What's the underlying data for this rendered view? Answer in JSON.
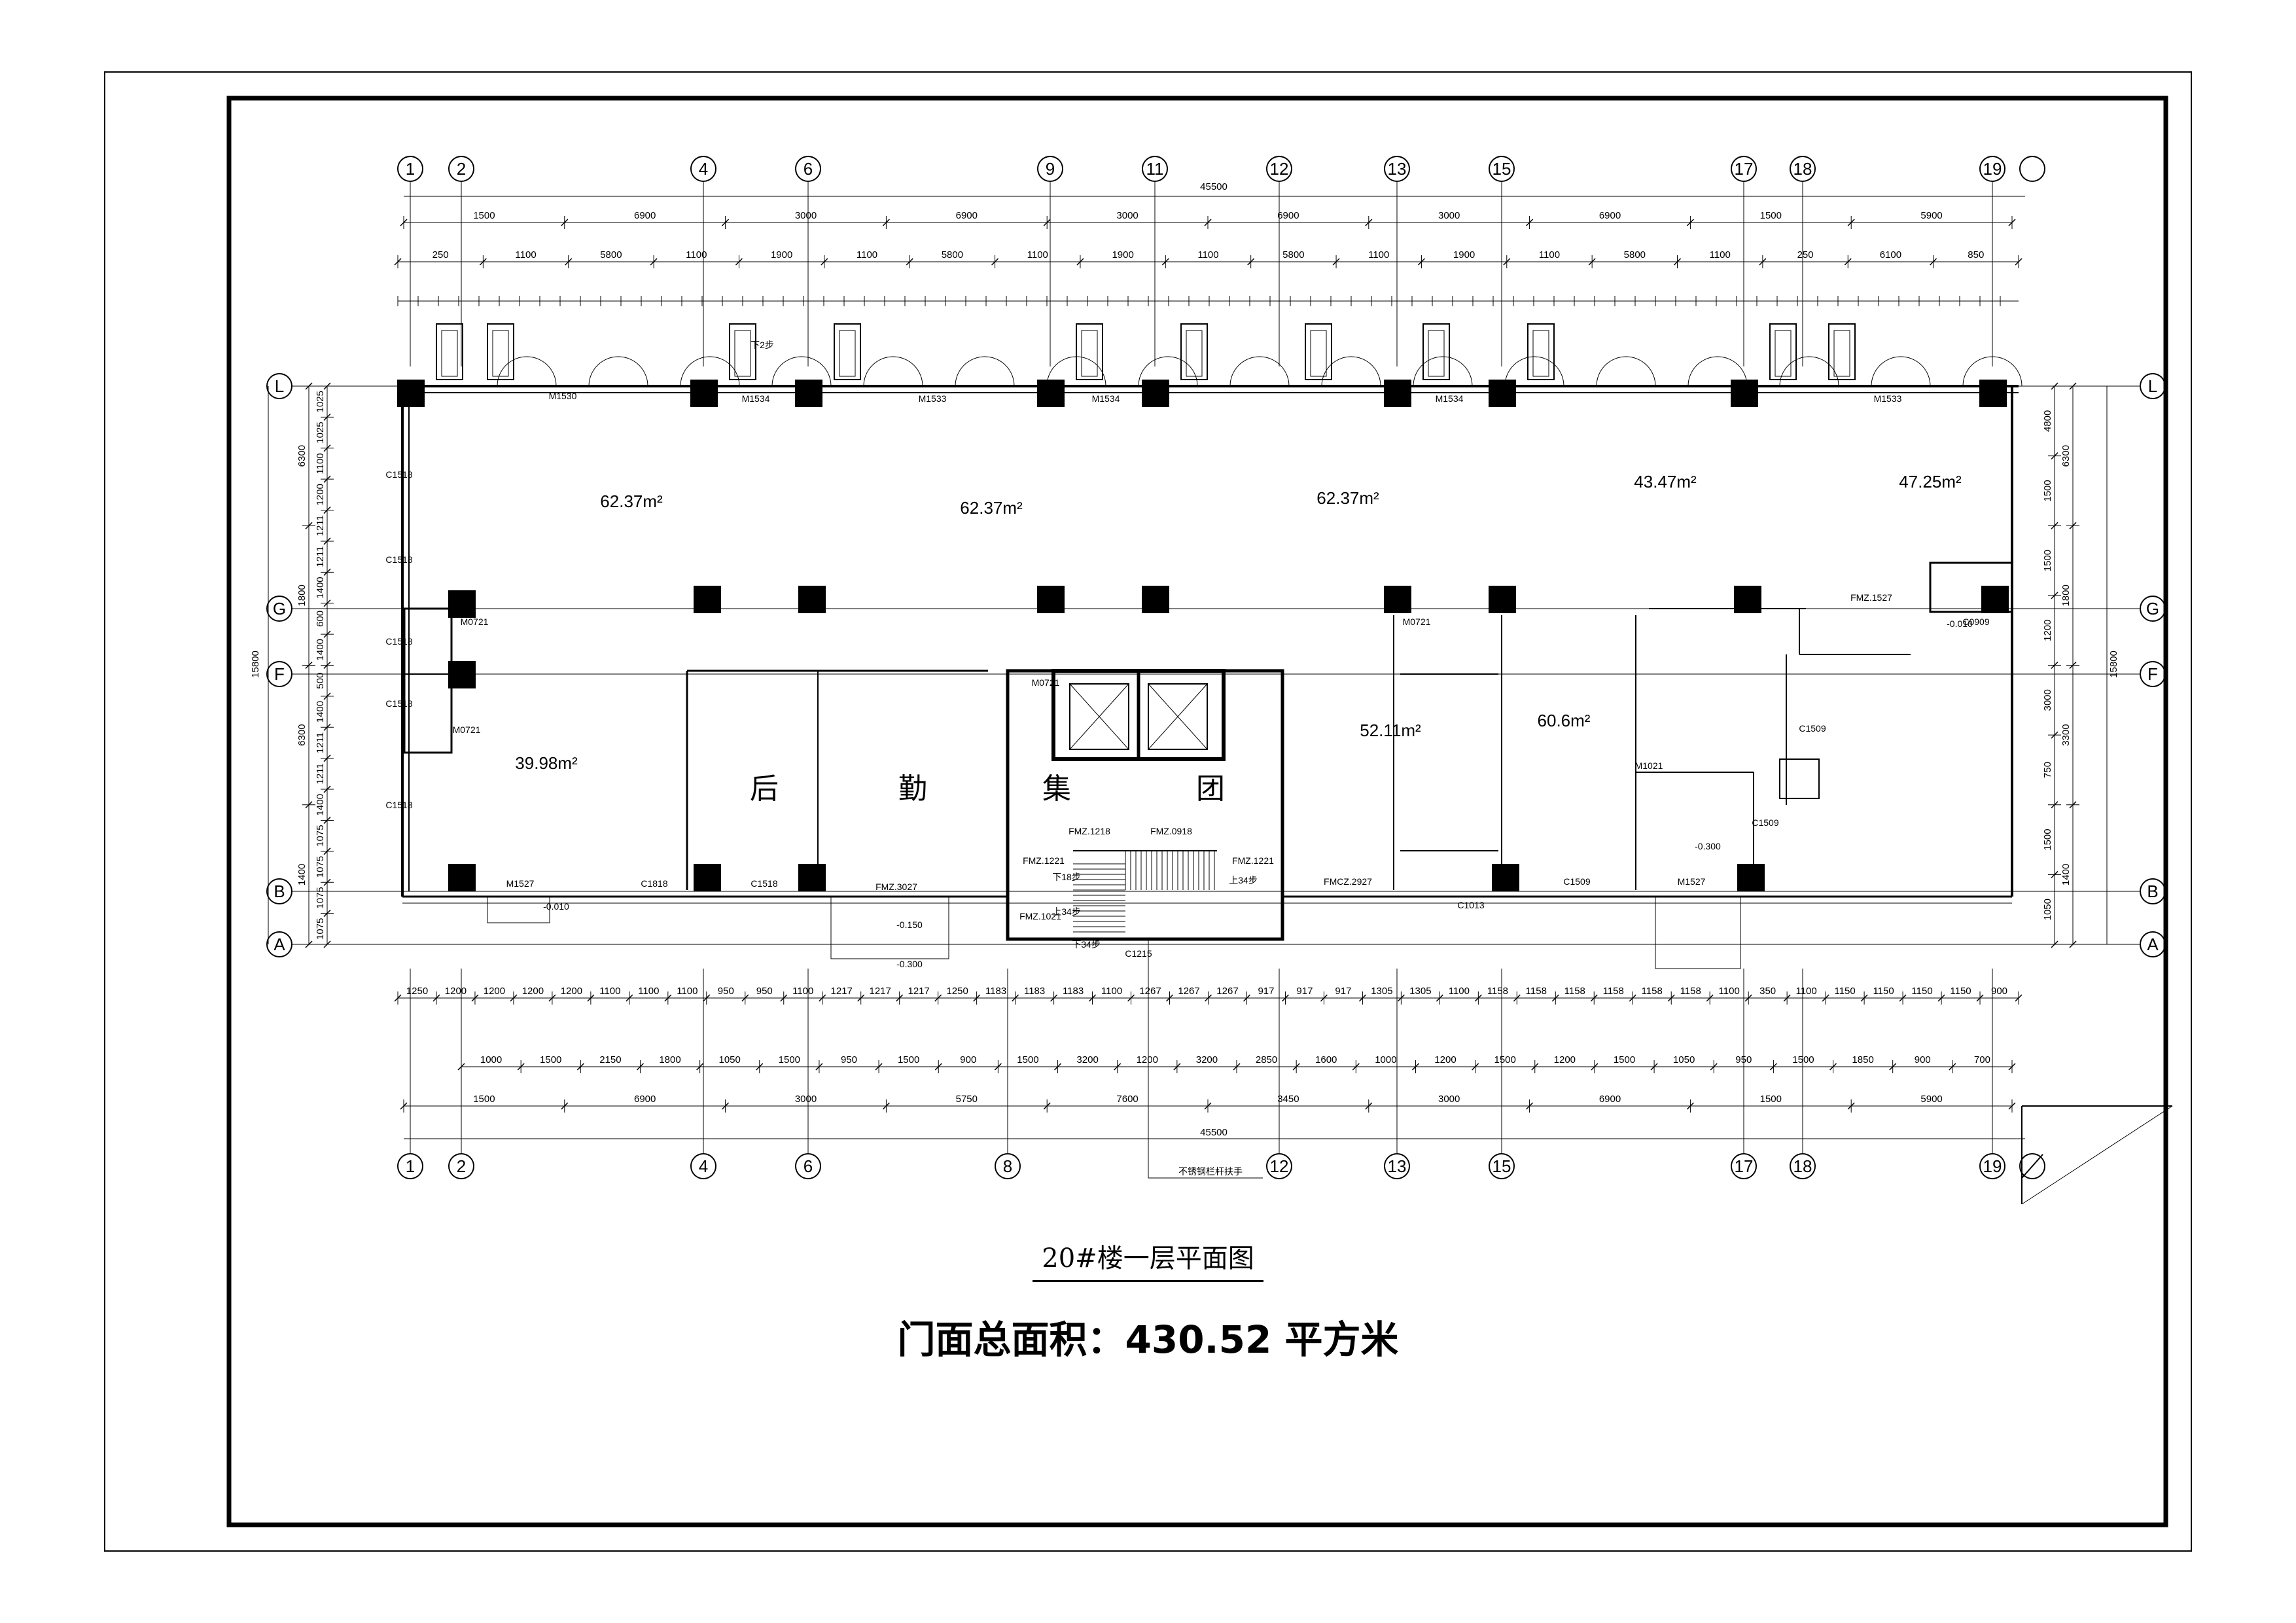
{
  "drawing_title": "20#楼一层平面图",
  "total_area_text": "门面总面积：430.52 平方米",
  "axis_labels_top": [
    "1",
    "2",
    "4",
    "6",
    "9",
    "11",
    "12",
    "13",
    "15",
    "17",
    "18",
    "19"
  ],
  "axis_labels_bottom": [
    "1",
    "2",
    "4",
    "6",
    "8",
    "12",
    "13",
    "15",
    "17",
    "18",
    "19"
  ],
  "axis_labels_rows": [
    "L",
    "G",
    "F",
    "B",
    "A"
  ],
  "overall_dimension": "45500",
  "overall_depth": "15800",
  "top_dims_row1": [
    "1500",
    "6900",
    "3000",
    "6900",
    "3000",
    "6900",
    "3000",
    "6900",
    "1500",
    "5900"
  ],
  "top_dims_row2": [
    "250",
    "1100",
    "5800",
    "1100",
    "1900",
    "1100",
    "5800",
    "1100",
    "1900",
    "1100",
    "5800",
    "1100",
    "1900",
    "1100",
    "5800",
    "1100",
    "250",
    "6100",
    "850"
  ],
  "bottom_dims_row1": [
    "1250",
    "1200",
    "1200",
    "1200",
    "1200",
    "1100",
    "1100",
    "1100",
    "950",
    "950",
    "1100",
    "1217",
    "1217",
    "1217",
    "1250",
    "1183",
    "1183",
    "1183",
    "1100",
    "1267",
    "1267",
    "1267",
    "917",
    "917",
    "917",
    "1305",
    "1305",
    "1100",
    "1158",
    "1158",
    "1158",
    "1158",
    "1158",
    "1158",
    "1100",
    "350",
    "1100",
    "1150",
    "1150",
    "1150",
    "1150",
    "900"
  ],
  "bottom_dims_row2": [
    "1000",
    "1500",
    "2150",
    "1800",
    "1050",
    "1500",
    "950",
    "1500",
    "900",
    "1500",
    "3200",
    "1200",
    "3200",
    "2850",
    "1600",
    "1000",
    "1200",
    "1500",
    "1200",
    "1500",
    "1050",
    "950",
    "1500",
    "1850",
    "900",
    "700"
  ],
  "bottom_dims_row3": [
    "1500",
    "6900",
    "3000",
    "5750",
    "7600",
    "3450",
    "3000",
    "6900",
    "1500",
    "5900"
  ],
  "left_dims": [
    "1025",
    "1025",
    "1100",
    "1200",
    "1211",
    "1211",
    "1400",
    "600",
    "1400",
    "500",
    "1400",
    "1211",
    "1211",
    "1400",
    "1075",
    "1075",
    "1075",
    "1075"
  ],
  "left_dims_group": [
    "6300",
    "1800",
    "6300",
    "1400"
  ],
  "right_dims": [
    "4800",
    "1500",
    "1500",
    "1200",
    "3000",
    "750",
    "1500",
    "1050"
  ],
  "right_dims_group": [
    "6300",
    "1800",
    "3300",
    "1400"
  ],
  "rooms": [
    {
      "area": "62.37",
      "unit": "m²"
    },
    {
      "area": "62.37",
      "unit": "m²"
    },
    {
      "area": "62.37",
      "unit": "m²"
    },
    {
      "area": "43.47",
      "unit": "m²"
    },
    {
      "area": "47.25",
      "unit": "m²"
    },
    {
      "area": "39.98",
      "unit": "m²"
    },
    {
      "area": "52.11",
      "unit": "m²"
    },
    {
      "area": "60.6",
      "unit": "m²"
    }
  ],
  "hall_label_chars": [
    "后",
    "勤",
    "集",
    "团"
  ],
  "door_tags": [
    "M1530",
    "M1534",
    "M1533",
    "M1534",
    "M1534",
    "M1533",
    "M1527",
    "C1818",
    "C1518",
    "FMZ.3027",
    "C1215",
    "FMCZ.2927",
    "C1013",
    "C1509",
    "M1527",
    "M1021",
    "M0721",
    "M0721",
    "M0721",
    "FMZ.1527",
    "C0909",
    "C1509",
    "M0721",
    "FMZ.1221",
    "FMZ.1218",
    "FMZ.0918",
    "FMZ.1221",
    "FMZ.1021",
    "C1518",
    "C1518",
    "C1518",
    "C1518",
    "C1518",
    "C1509"
  ],
  "level_tags": [
    "-0.010",
    "-0.150",
    "-0.300",
    "-0.300",
    "-0.010"
  ],
  "stair_tags": [
    "下18步",
    "上34步",
    "上34步",
    "下34步"
  ],
  "note_rail": "不锈钢栏杆扶手",
  "top_note": "下2步"
}
